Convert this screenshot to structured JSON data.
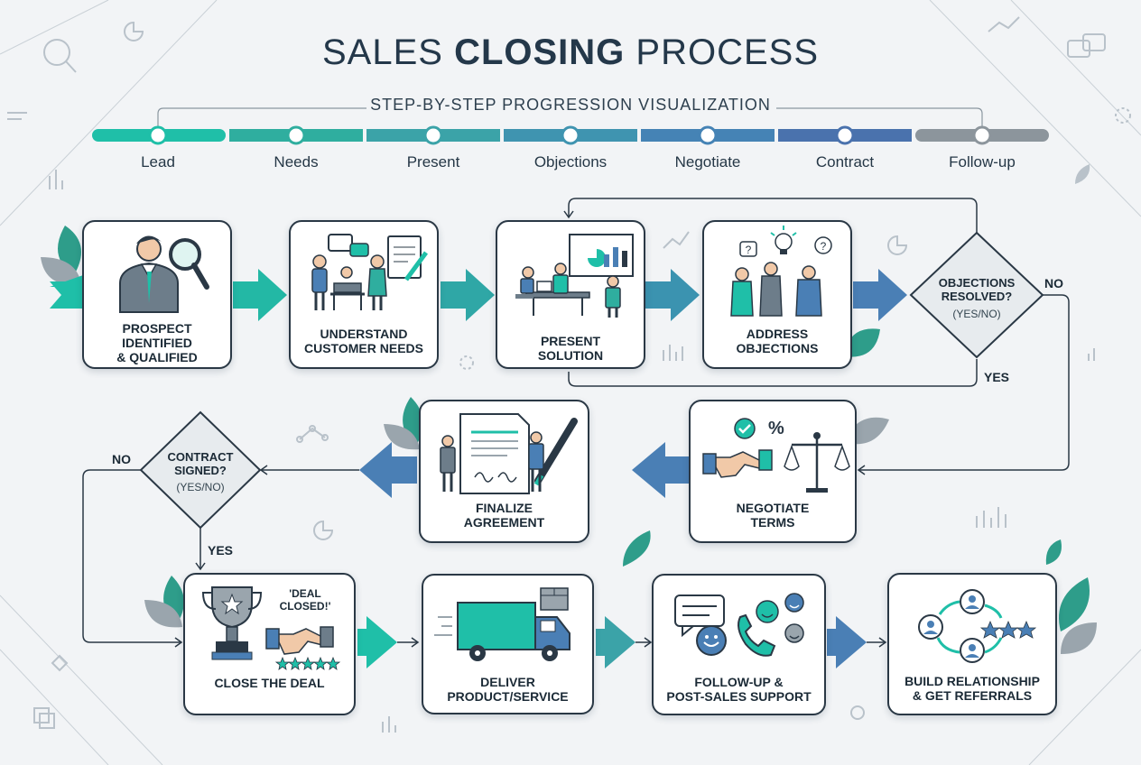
{
  "header": {
    "title_regular_1": "SALES ",
    "title_bold": "CLOSING",
    "title_regular_2": " PROCESS",
    "subtitle": "STEP-BY-STEP PROGRESSION VISUALIZATION"
  },
  "progress": {
    "steps": [
      "Lead",
      "Needs",
      "Present",
      "Objections",
      "Negotiate",
      "Contract",
      "Follow-up"
    ],
    "colors": [
      "#1fbfa8",
      "#2fae9f",
      "#3ba3a8",
      "#3f94b0",
      "#4583b5",
      "#4a72ad",
      "#8c959c"
    ]
  },
  "cards": {
    "prospect": "PROSPECT\nIDENTIFIED\n& QUALIFIED",
    "needs": "UNDERSTAND\nCUSTOMER NEEDS",
    "present": "PRESENT\nSOLUTION",
    "objections": "ADDRESS\nOBJECTIONS",
    "negotiate": "NEGOTIATE\nTERMS",
    "finalize": "FINALIZE\nAGREEMENT",
    "close": "CLOSE THE DEAL",
    "deliver": "DELIVER\nPRODUCT/SERVICE",
    "followup": "FOLLOW-UP &\nPOST-SALES SUPPORT",
    "relationship": "BUILD RELATIONSHIP\n& GET REFERRALS"
  },
  "decisions": {
    "objections_q": "OBJECTIONS\nRESOLVED?",
    "objections_sub": "(YES/NO)",
    "contract_q": "CONTRACT\nSIGNED?",
    "contract_sub": "(YES/NO)",
    "yes": "YES",
    "no": "NO"
  },
  "extras": {
    "deal_closed": "'DEAL\nCLOSED!'"
  },
  "colors": {
    "teal": "#1fbfa8",
    "blue": "#4a7fb5",
    "dark": "#2a3845",
    "leaf": "#2e9d8a"
  }
}
